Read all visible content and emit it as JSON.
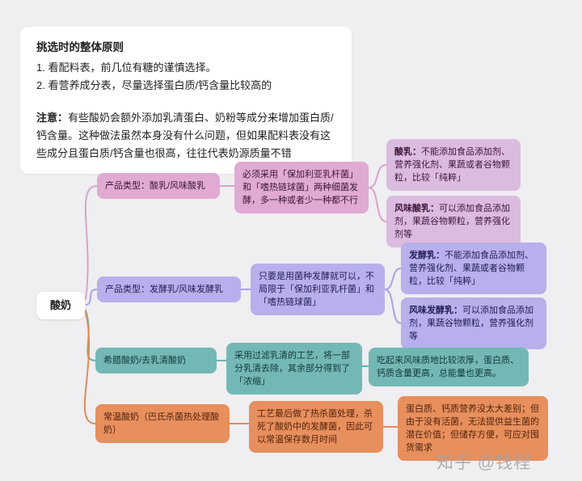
{
  "palette": {
    "background": "#efeef0",
    "pink": "#e0aad3",
    "pink_leaf": "#dcbbe0",
    "purple": "#b7b0ec",
    "teal": "#74b8b5",
    "orange": "#e78f5d",
    "watermark_gray": "#a8a4a6"
  },
  "principles_card": {
    "title": "挑选时的整体原则",
    "items": [
      "1. 看配料表，前几位有糖的谨慎选择。",
      "2. 看营养成分表，尽量选择蛋白质/钙含量比较高的"
    ],
    "note_label": "注意：",
    "note_text": "有些酸奶会额外添加乳清蛋白、奶粉等成分来增加蛋白质/钙含量。这种做法虽然本身没有什么问题，但如果配料表没有这些成分且蛋白质/钙含量也很高，往往代表奶源质量不错"
  },
  "mindmap": {
    "root": "酸奶",
    "branches": [
      {
        "label": "产品类型：酸乳/风味酸乳",
        "detail": "必须采用「保加利亚乳杆菌」和「嗜热链球菌」两种细菌发酵，多一种或者少一种都不行",
        "leaves": [
          {
            "lead": "酸乳：",
            "rest": "不能添加食品添加剂、营养强化剂、果蔬或者谷物颗粒，比较「纯粹」"
          },
          {
            "lead": "风味酸乳：",
            "rest": "可以添加食品添加剂，果蔬谷物颗粒，营养强化剂等"
          }
        ]
      },
      {
        "label": "产品类型：发酵乳/风味发酵乳",
        "detail": "只要是用菌种发酵就可以，不局限于「保加利亚乳杆菌」和「嗜热链球菌」",
        "leaves": [
          {
            "lead": "发酵乳：",
            "rest": "不能添加食品添加剂、营养强化剂、果蔬或者谷物颗粒，比较「纯粹」"
          },
          {
            "lead": "风味发酵乳：",
            "rest": "可以添加食品添加剂，果蔬谷物颗粒，营养强化剂等"
          }
        ]
      },
      {
        "label": "希腊酸奶/去乳清酸奶",
        "detail": "采用过滤乳清的工艺，将一部分乳清去除，其余部分得到了「浓缩」",
        "leaves": [
          {
            "lead": "",
            "rest": "吃起来风味质地比较浓厚，蛋白质、钙质含量更高，总能量也更高。"
          }
        ]
      },
      {
        "label": "常温酸奶（巴氏杀菌热处理酸奶）",
        "detail": "工艺最后做了热杀菌处理，杀死了酸奶中的发酵菌，因此可以常温保存数月时间",
        "leaves": [
          {
            "lead": "",
            "rest": "蛋白质、钙质营养没太大差别；但由于没有活菌，无法提供益生菌的潜在价值；但储存方便，可应对囤货需求"
          }
        ]
      }
    ]
  },
  "watermark": "知乎 @钱程"
}
